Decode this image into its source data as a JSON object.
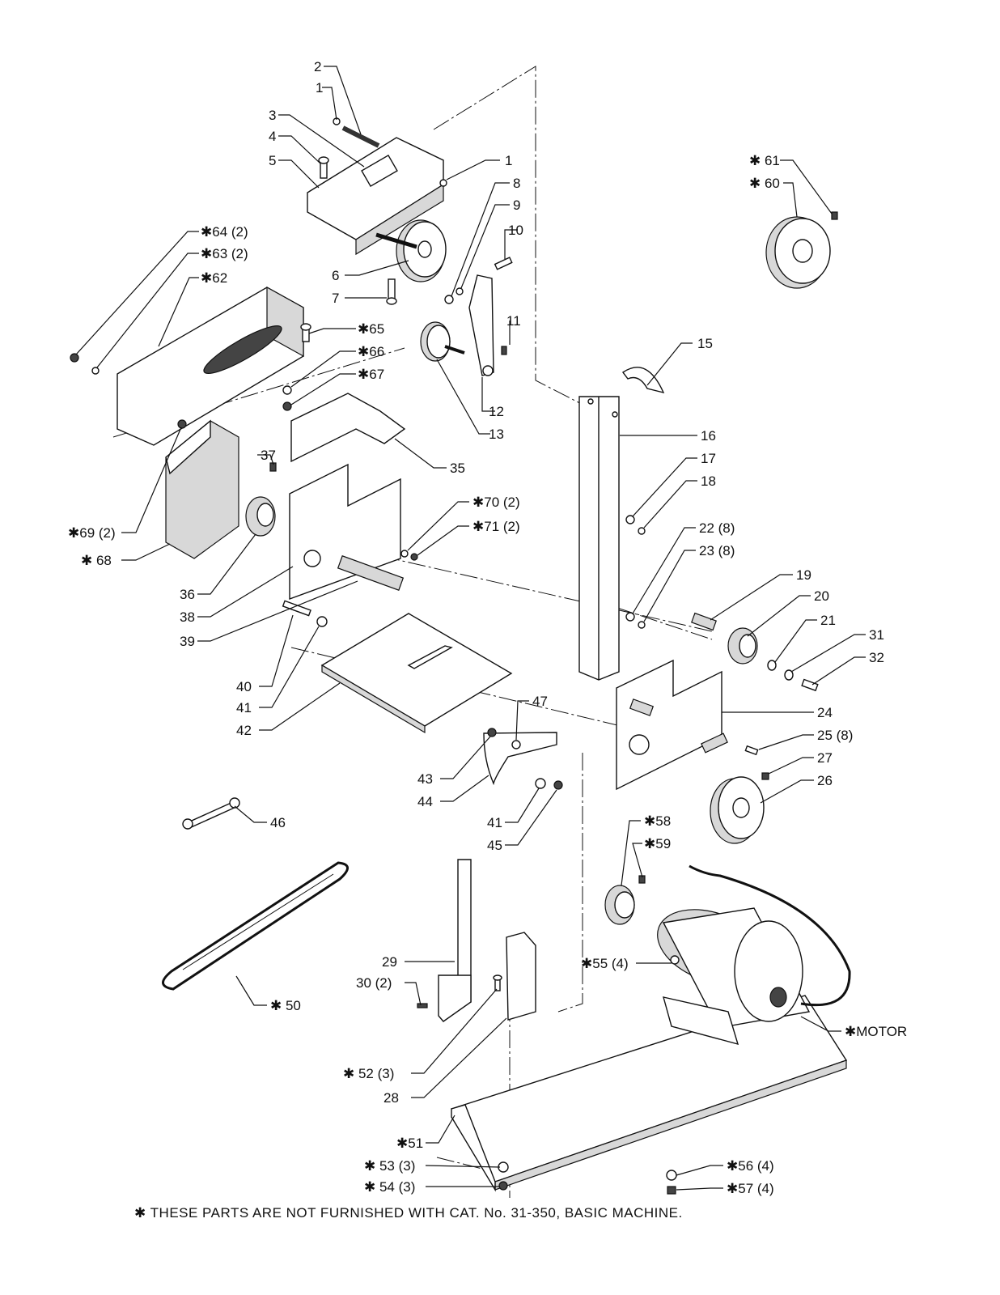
{
  "labels": {
    "l1a": "1",
    "l2": "2",
    "l3": "3",
    "l4": "4",
    "l5": "5",
    "l1b": "1",
    "l8": "8",
    "l9": "9",
    "l10": "10",
    "l6": "6",
    "l7": "7",
    "l11": "11",
    "l12": "12",
    "l13": "13",
    "l15": "15",
    "l16": "16",
    "l17": "17",
    "l18": "18",
    "l22": "22 (8)",
    "l23": "23 (8)",
    "l19": "19",
    "l20": "20",
    "l21": "21",
    "l31": "31",
    "l32": "32",
    "l24": "24",
    "l25": "25 (8)",
    "l27": "27",
    "l26": "26",
    "l61": "✱ 61",
    "l60": "✱ 60",
    "l64": "✱64 (2)",
    "l63": "✱63 (2)",
    "l62": "✱62",
    "l65": "✱65",
    "l66": "✱66",
    "l67": "✱67",
    "l35": "35",
    "l37": "37",
    "l69": "✱69 (2)",
    "l68": "✱ 68",
    "l70": "✱70 (2)",
    "l71": "✱71 (2)",
    "l36": "36",
    "l38": "38",
    "l39": "39",
    "l40": "40",
    "l41a": "41",
    "l42": "42",
    "l47": "47",
    "l43": "43",
    "l44": "44",
    "l41b": "41",
    "l45": "45",
    "l46": "46",
    "l58": "✱58",
    "l59": "✱59",
    "l29": "29",
    "l30": "30 (2)",
    "l55": "✱55 (4)",
    "l50": "✱ 50",
    "l52": "✱ 52 (3)",
    "l28": "28",
    "lmotor": "✱MOTOR",
    "l51": "✱51",
    "l53": "✱ 53 (3)",
    "l54": "✱ 54 (3)",
    "l56": "✱56 (4)",
    "l57": "✱57 (4)"
  },
  "footer": "✱ THESE PARTS ARE NOT FURNISHED WITH CAT. No. 31-350, BASIC MACHINE."
}
